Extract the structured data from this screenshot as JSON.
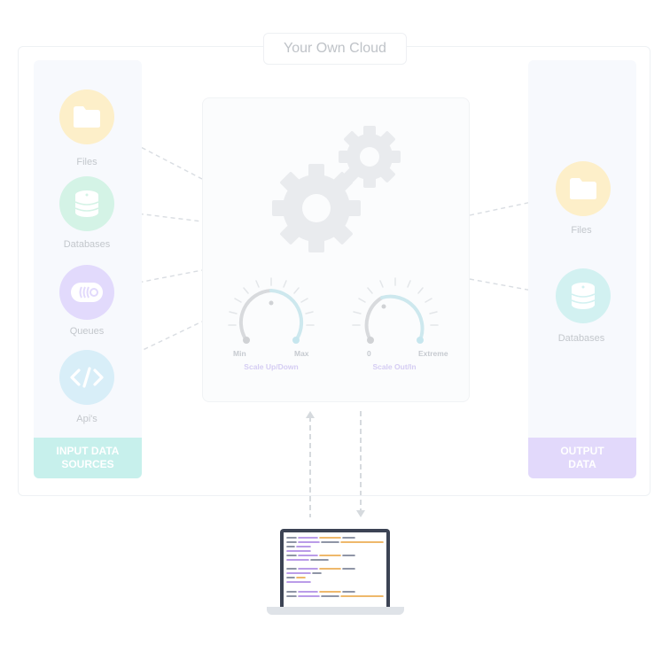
{
  "title": "Your Own Cloud",
  "input_panel": {
    "footer": "INPUT DATA\nSOURCES",
    "items": [
      {
        "label": "Files",
        "icon": "folder-icon",
        "color": "#fdefc9"
      },
      {
        "label": "Databases",
        "icon": "database-icon",
        "color": "#d4f3e6"
      },
      {
        "label": "Queues",
        "icon": "queue-icon",
        "color": "#e2dafc"
      },
      {
        "label": "Api's",
        "icon": "code-icon",
        "color": "#d8eef8"
      }
    ]
  },
  "output_panel": {
    "footer": "OUTPUT\nDATA",
    "items": [
      {
        "label": "Files",
        "icon": "folder-icon",
        "color": "#fdefc9"
      },
      {
        "label": "Databases",
        "icon": "database-icon",
        "color": "#d2f1f1"
      }
    ]
  },
  "engine": {
    "knob_up_down": {
      "min": "Min",
      "max": "Max",
      "title": "Scale Up/Down"
    },
    "knob_out_in": {
      "min": "0",
      "max": "Extreme",
      "title": "Scale Out/In"
    }
  }
}
